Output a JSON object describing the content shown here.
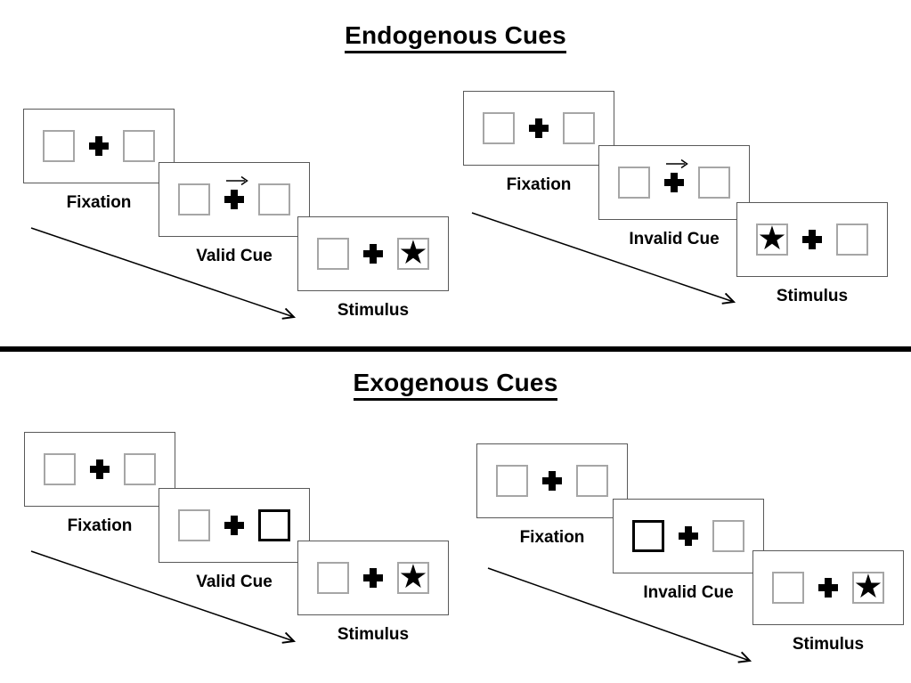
{
  "diagram": {
    "colors": {
      "ink": "#000000",
      "panel_border": "#595959",
      "box_border": "#a6a6a6",
      "bold_box_border": "#000000",
      "background": "#ffffff"
    },
    "sections": [
      {
        "title": "Endogenous Cues",
        "trials": [
          {
            "type": "valid",
            "frames": [
              {
                "label": "Fixation",
                "left_box": "empty",
                "center": "fixation-cross",
                "right_box": "empty"
              },
              {
                "label": "Valid Cue",
                "left_box": "empty",
                "center": "fixation-cross-with-right-arrow",
                "right_box": "empty"
              },
              {
                "label": "Stimulus",
                "left_box": "empty",
                "center": "fixation-cross",
                "right_box": "star"
              }
            ]
          },
          {
            "type": "invalid",
            "frames": [
              {
                "label": "Fixation",
                "left_box": "empty",
                "center": "fixation-cross",
                "right_box": "empty"
              },
              {
                "label": "Invalid Cue",
                "left_box": "empty",
                "center": "fixation-cross-with-right-arrow",
                "right_box": "empty"
              },
              {
                "label": "Stimulus",
                "left_box": "star",
                "center": "fixation-cross",
                "right_box": "empty"
              }
            ]
          }
        ]
      },
      {
        "title": "Exogenous Cues",
        "trials": [
          {
            "type": "valid",
            "frames": [
              {
                "label": "Fixation",
                "left_box": "empty",
                "center": "fixation-cross",
                "right_box": "empty"
              },
              {
                "label": "Valid Cue",
                "left_box": "empty",
                "center": "fixation-cross",
                "right_box": "bold-outline"
              },
              {
                "label": "Stimulus",
                "left_box": "empty",
                "center": "fixation-cross",
                "right_box": "star"
              }
            ]
          },
          {
            "type": "invalid",
            "frames": [
              {
                "label": "Fixation",
                "left_box": "empty",
                "center": "fixation-cross",
                "right_box": "empty"
              },
              {
                "label": "Invalid Cue",
                "left_box": "bold-outline",
                "center": "fixation-cross",
                "right_box": "empty"
              },
              {
                "label": "Stimulus",
                "left_box": "empty",
                "center": "fixation-cross",
                "right_box": "star"
              }
            ]
          }
        ]
      }
    ]
  },
  "icons": {
    "star_glyph": "★",
    "fixation_cross": "heavy-plus",
    "cue_arrow_direction": "right",
    "timeline_arrow_direction": "down-right"
  }
}
